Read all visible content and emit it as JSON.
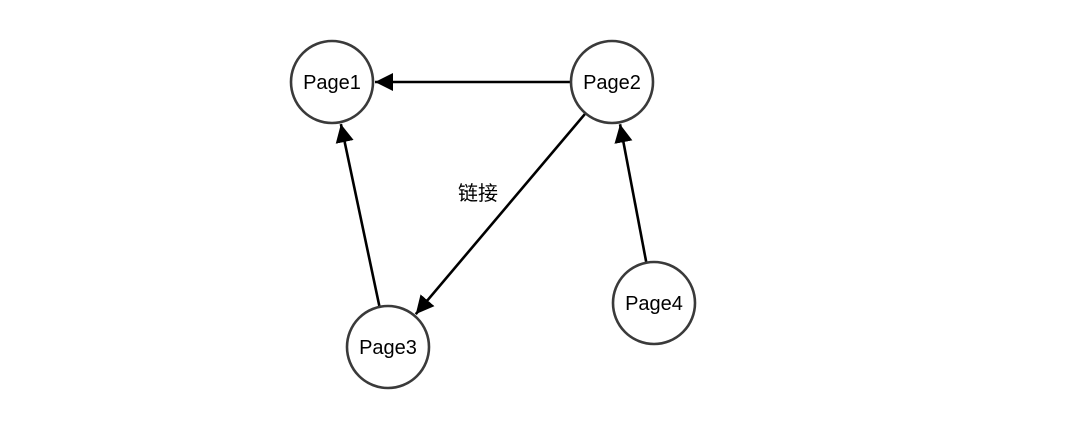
{
  "colors": {
    "node_stroke": "#3a3a3a",
    "node_fill": "#ffffff",
    "edge": "#000000"
  },
  "nodes": [
    {
      "id": "page1",
      "label": "Page1"
    },
    {
      "id": "page2",
      "label": "Page2"
    },
    {
      "id": "page3",
      "label": "Page3"
    },
    {
      "id": "page4",
      "label": "Page4"
    }
  ],
  "edges": [
    {
      "from": "page2",
      "to": "page1",
      "label": ""
    },
    {
      "from": "page2",
      "to": "page3",
      "label": "链接"
    },
    {
      "from": "page3",
      "to": "page1",
      "label": ""
    },
    {
      "from": "page4",
      "to": "page2",
      "label": ""
    }
  ]
}
